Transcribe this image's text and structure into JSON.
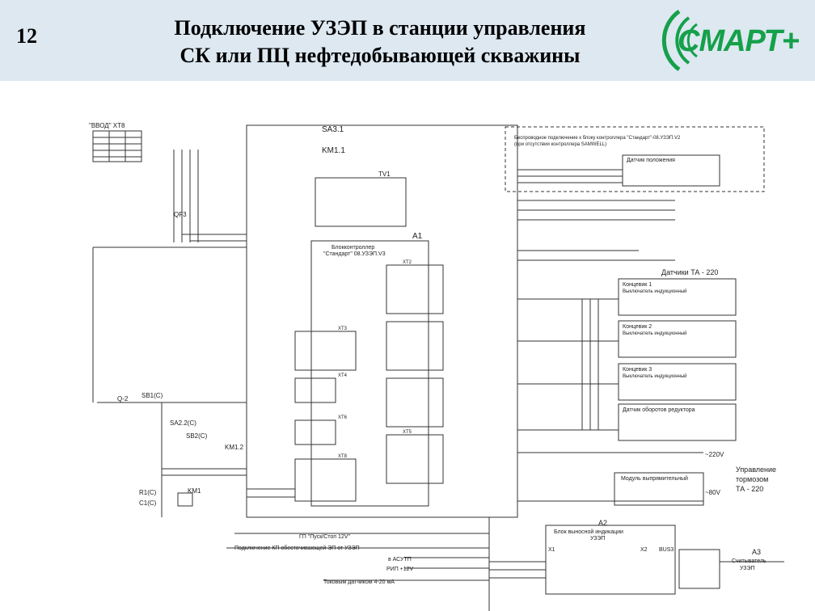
{
  "header": {
    "slide_number": "12",
    "title_line1": "Подключение УЗЭП в станции управления",
    "title_line2": "СК или ПЦ нефтедобывающей скважины",
    "logo_text": "СМАРТ+",
    "logo_color": "#15a04a"
  },
  "labels": {
    "vvod": "\"ВВОД\" ХТ8",
    "sa31": "SA3.1",
    "km11": "KM1.1",
    "qf3": "QF3",
    "tv1": "TV1",
    "a1": "A1",
    "a1_desc1": "Блокконтроллер",
    "a1_desc2": "\"Стандарт\" 08.УЗЭП.V3",
    "xt2": "XT2",
    "xt3": "XT3",
    "xt4": "XT4",
    "xt5": "XT5",
    "xt6": "XT6",
    "xt8": "XT8",
    "wireless": "Беспроводное подключение к блоку контроллера \"Стандарт\"-08.УЗЭП.V2",
    "wireless2": "(при отсутствии контроллера SAMWELL)",
    "sensor_pos": "Датчик положения",
    "datchiki": "Датчики ТА - 220",
    "konc1": "Концевик 1",
    "konc2": "Концевик 2",
    "konc3": "Концевик 3",
    "konc_sub": "Выключатель индукционный",
    "reductor": "Датчик оборотов редуктора",
    "module": "Модуль выпрямительный",
    "controlled": "Управление",
    "controlled2": "тормозом",
    "controlled3": "ТА - 220",
    "v220": "~220V",
    "v80": "~80V",
    "sb1": "SB1(C)",
    "sa22": "SA2.2(C)",
    "sb2": "SB2(C)",
    "km12": "KM1.2",
    "km1": "KM1",
    "r1c": "R1(C)",
    "c1c": "C1(C)",
    "q2": "Q-2",
    "a2": "A2",
    "a2_desc": "Блок выносной индикации",
    "a2_desc2": "УЗЭП",
    "a3": "A3",
    "a3_desc": "Считыватель",
    "a3_desc2": "УЗЭП",
    "bus3": "BUS3",
    "x1": "X1",
    "x2": "X2",
    "pusk": "ГП \"Пуск/Стоп 12V\"",
    "kp": "Подключение КП обесточивающей ЭП от УЗЭП",
    "acut": "в АСУТП",
    "rip": "РИП +12V",
    "datchik420": "Токовым датчиком 4-20 мА"
  },
  "colors": {
    "header_bg": "#dde8f1",
    "line": "#333333"
  }
}
